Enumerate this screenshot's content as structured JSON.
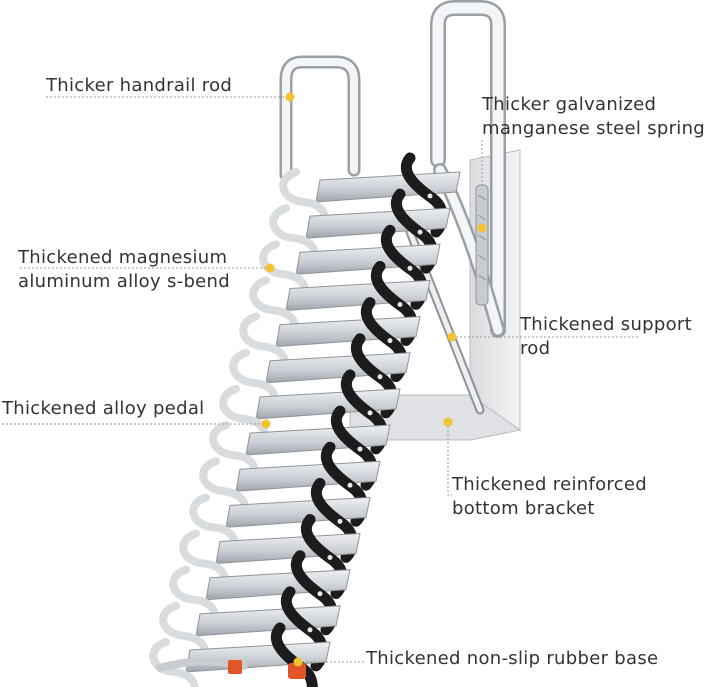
{
  "callouts": {
    "handrail": {
      "line1": "Thicker handrail rod"
    },
    "spring": {
      "line1": "Thicker galvanized",
      "line2": "manganese steel spring"
    },
    "sbend": {
      "line1": "Thickened magnesium",
      "line2": "aluminum alloy s-bend"
    },
    "support": {
      "line1": "Thickened support",
      "line2": "rod"
    },
    "pedal": {
      "line1": "Thickened alloy pedal"
    },
    "bracket": {
      "line1": "Thickened reinforced",
      "line2": "bottom bracket"
    },
    "rubber": {
      "line1": "Thickened non-slip rubber base"
    }
  },
  "colors": {
    "marker": "#f2c230",
    "leader": "#9a9a9a",
    "rubber_foot": "#e2552b",
    "s_bend": "#1c1c1c",
    "step": "#cfd3d8",
    "frame": "#e6e6e6"
  }
}
